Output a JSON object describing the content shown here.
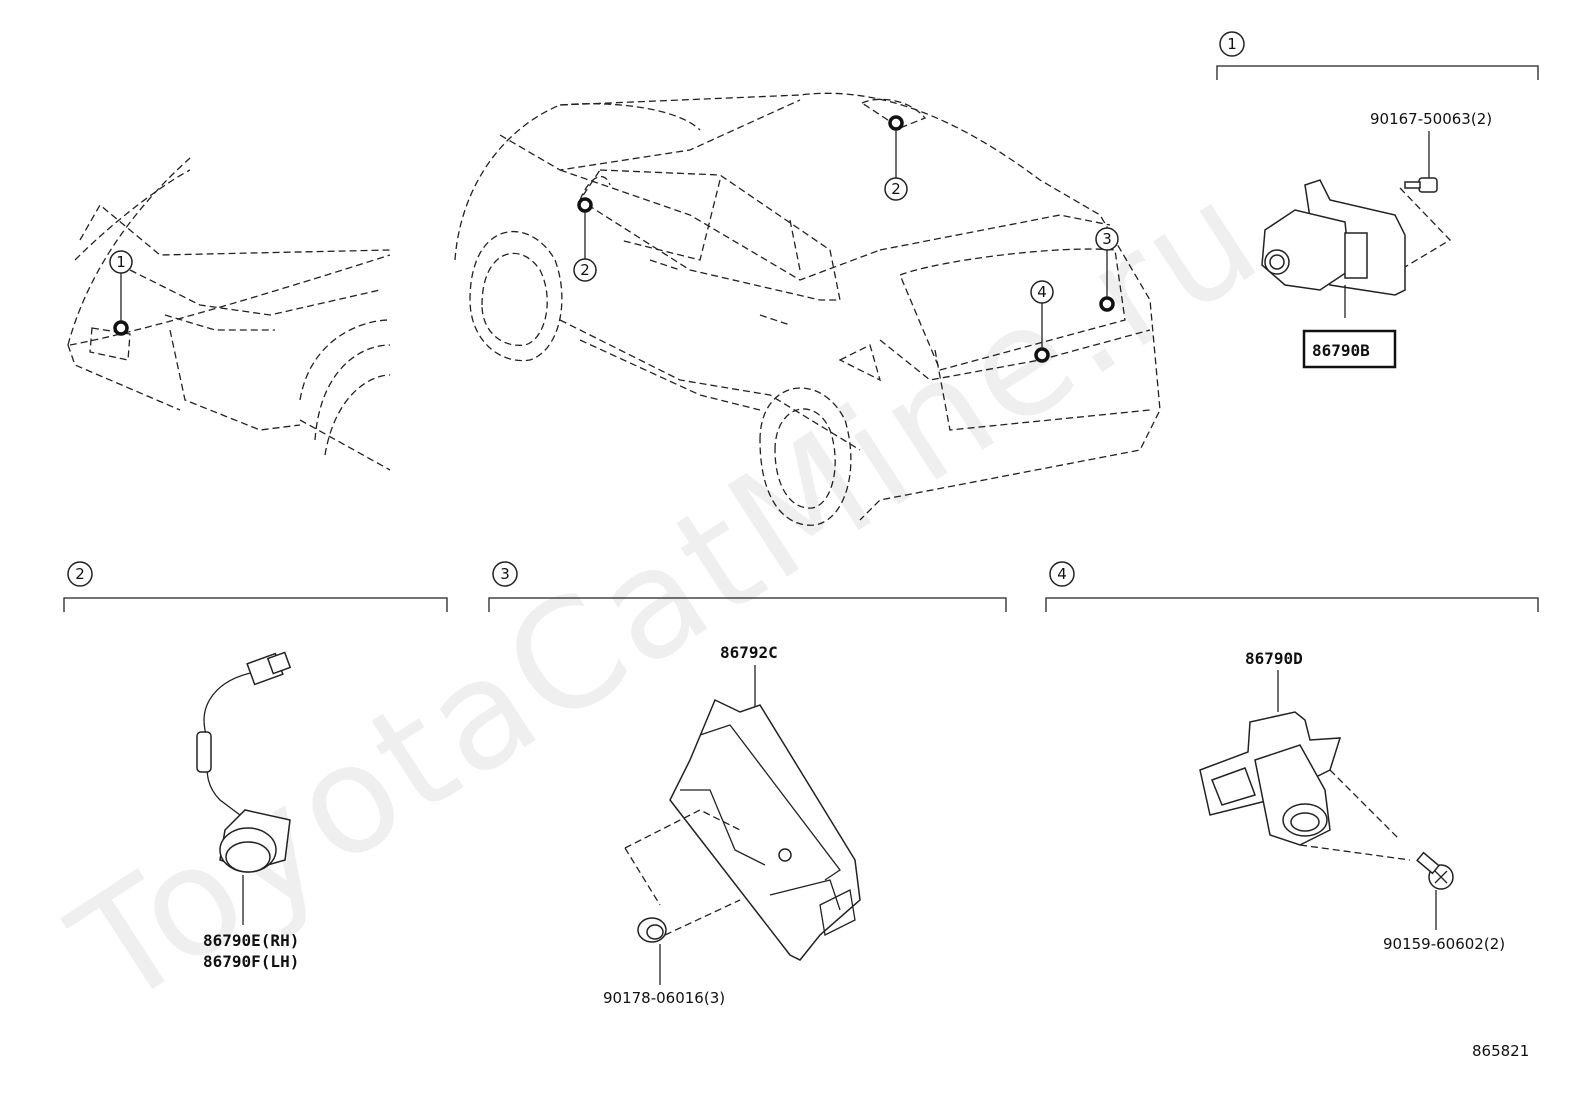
{
  "watermark": "ToyotaCatMine.ru",
  "diagram_ref": "865821",
  "callouts": {
    "c1": "1",
    "c2": "2",
    "c3": "3",
    "c4": "4"
  },
  "groups": {
    "g1": {
      "number": "1",
      "part": "86790B",
      "bolt": "90167-50063(2)"
    },
    "g2": {
      "number": "2",
      "part_rh": "86790E(RH)",
      "part_lh": "86790F(LH)"
    },
    "g3": {
      "number": "3",
      "part": "86792C",
      "nut": "90178-06016(3)"
    },
    "g4": {
      "number": "4",
      "part": "86790D",
      "screw": "90159-60602(2)"
    }
  }
}
